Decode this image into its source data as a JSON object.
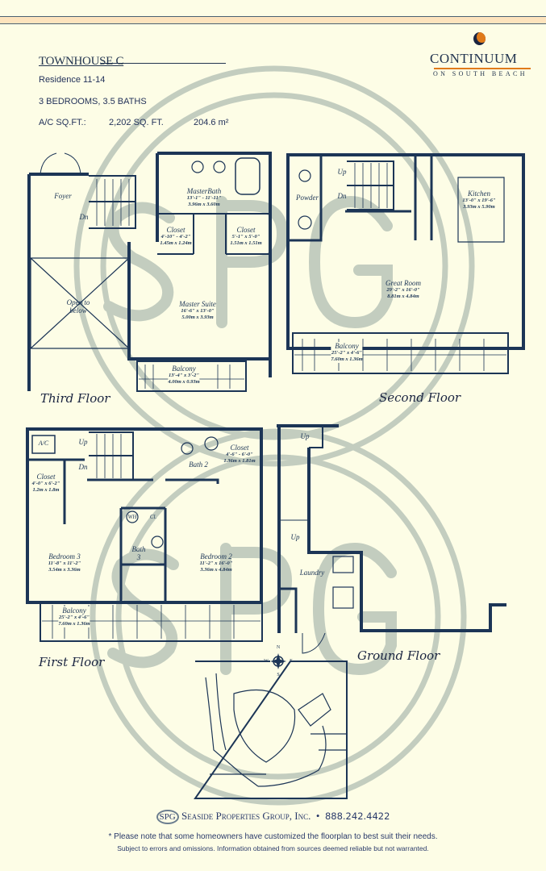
{
  "header": {
    "title": "TOWNHOUSE C",
    "residence": "Residence 11-14",
    "bedrooms_baths": "3 BEDROOMS, 3.5 BATHS",
    "sqft_label": "A/C SQ.FT.:",
    "sqft": "2,202 SQ. FT.",
    "sqm": "204.6 m²"
  },
  "logo": {
    "name": "CONTINUUM",
    "subtitle": "ON SOUTH BEACH",
    "accent": "#e07a1a"
  },
  "third_floor": {
    "label": "Third Floor",
    "foyer": "Foyer",
    "dn": "Dn",
    "master_bath": {
      "name": "MasterBath",
      "ft": "13'-1\" - 11'-11\"",
      "m": "3.96m x 3.60m"
    },
    "closet_a": {
      "name": "Closet",
      "ft": "4'-10\" - 4'-2\"",
      "m": "1.45m x 1.24m"
    },
    "closet_b": {
      "name": "Closet",
      "ft": "5'-1\" x 5'-0\"",
      "m": "1.51m x 1.51m"
    },
    "open_below": "Open to below",
    "master_suite": {
      "name": "Master Suite",
      "ft": "16'-6\" x 13'-0\"",
      "m": "5.00m x 3.93m"
    },
    "balcony": {
      "name": "Balcony",
      "ft": "13'-4\" x 3'-2\"",
      "m": "4.00m x 0.93m"
    }
  },
  "second_floor": {
    "label": "Second Floor",
    "powder": "Powder",
    "up": "Up",
    "dn": "Dn",
    "kitchen": {
      "name": "Kitchen",
      "ft": "13'-0\" x 19'-6\"",
      "m": "3.93m x 5.90m"
    },
    "great_room": {
      "name": "Great Room",
      "ft": "29'-2\" x 16'-0\"",
      "m": "8.81m x 4.84m"
    },
    "balcony": {
      "name": "Balcony",
      "ft": "25'-2\" x 4'-6\"",
      "m": "7.60m x 1.36m"
    }
  },
  "first_floor": {
    "label": "First Floor",
    "ac": "A/C",
    "up": "Up",
    "dn": "Dn",
    "closet_a": {
      "name": "Closet",
      "ft": "4'-0\" x 6'-2\"",
      "m": "1.2m x 1.8m"
    },
    "bath2": "Bath 2",
    "closet_b": {
      "name": "Closet",
      "ft": "4'-6\" - 6'-0\"",
      "m": "1.36m x 1.81m"
    },
    "wh": "WH",
    "cl": "Cl.",
    "bath3": "Bath 3",
    "bedroom3": {
      "name": "Bedroom 3",
      "ft": "11'-8\" x 11'-2\"",
      "m": "3.54m x 3.36m"
    },
    "bedroom2": {
      "name": "Bedroom 2",
      "ft": "11'-2\" x 16'-0\"",
      "m": "3.36m x 4.84m"
    },
    "balcony": {
      "name": "Balcony",
      "ft": "25'-2\" x 4'-6\"",
      "m": "7.60m x 1.36m"
    }
  },
  "ground_floor": {
    "label": "Ground Floor",
    "up_a": "Up",
    "up_b": "Up",
    "laundry": "Laundry"
  },
  "compass": {
    "n": "N",
    "s": "S",
    "e": "E",
    "w": "W"
  },
  "footer": {
    "company_mark": "SPG",
    "company": "Seaside Properties Group, Inc.",
    "phone": "888.242.4422",
    "note": "* Please note that some homeowners have customized the floorplan to best suit their needs.",
    "disclaimer": "Subject to errors and omissions. Information obtained from sources deemed reliable but not warranted."
  },
  "watermark": {
    "text": "SPG"
  }
}
